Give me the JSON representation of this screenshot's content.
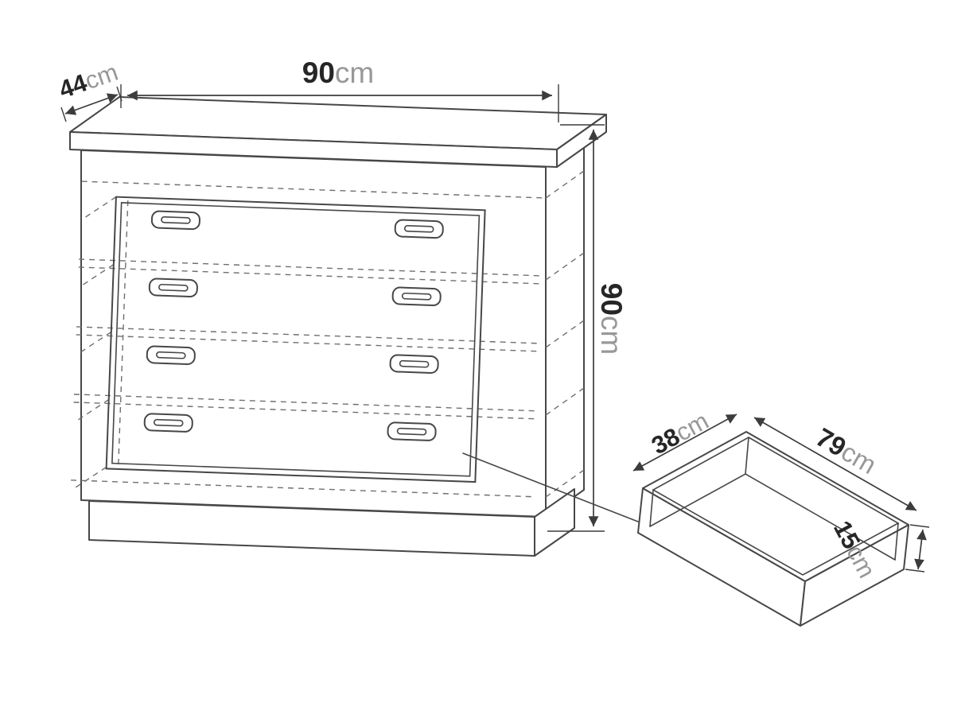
{
  "diagram": {
    "background": "#ffffff",
    "line_color": "#474747",
    "value_color": "#262626",
    "unit_color": "#989898",
    "cabinet": {
      "drawer_count": 4,
      "width": {
        "value": "90",
        "unit": "cm"
      },
      "depth": {
        "value": "44",
        "unit": "cm"
      },
      "height": {
        "value": "90",
        "unit": "cm"
      }
    },
    "drawer": {
      "depth": {
        "value": "38",
        "unit": "cm"
      },
      "width": {
        "value": "79",
        "unit": "cm"
      },
      "height": {
        "value": "15",
        "unit": "cm"
      }
    }
  }
}
